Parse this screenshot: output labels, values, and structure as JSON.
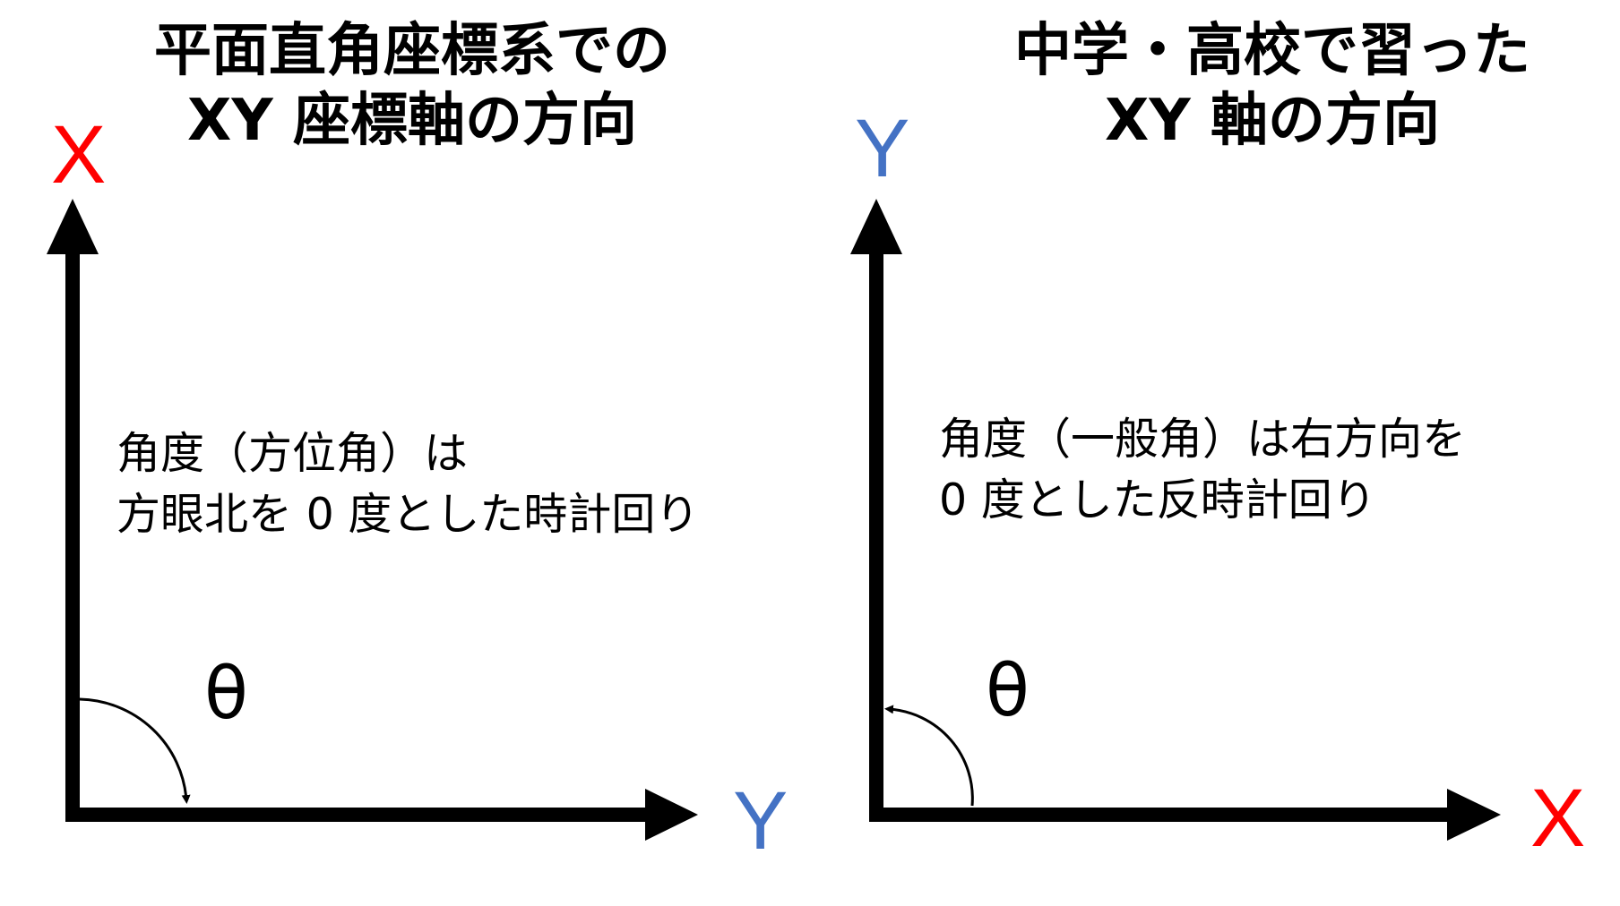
{
  "left_panel": {
    "title_line1": "平面直角座標系での",
    "title_line2": "XY 座標軸の方向",
    "vertical_axis_label": "X",
    "horizontal_axis_label": "Y",
    "angle_symbol": "θ",
    "description_line1": "角度（方位角）は",
    "description_line2": "方眼北を 0 度とした時計回り",
    "vertical_axis_color": "#ff0000",
    "horizontal_axis_color": "#4472c4",
    "rotation": "clockwise"
  },
  "right_panel": {
    "title_line1": "中学・高校で習った",
    "title_line2": "XY 軸の方向",
    "vertical_axis_label": "Y",
    "horizontal_axis_label": "X",
    "angle_symbol": "θ",
    "description_line1": "角度（一般角）は右方向を",
    "description_line2": "0 度とした反時計回り",
    "vertical_axis_color": "#4472c4",
    "horizontal_axis_color": "#ff0000",
    "rotation": "counterclockwise"
  }
}
